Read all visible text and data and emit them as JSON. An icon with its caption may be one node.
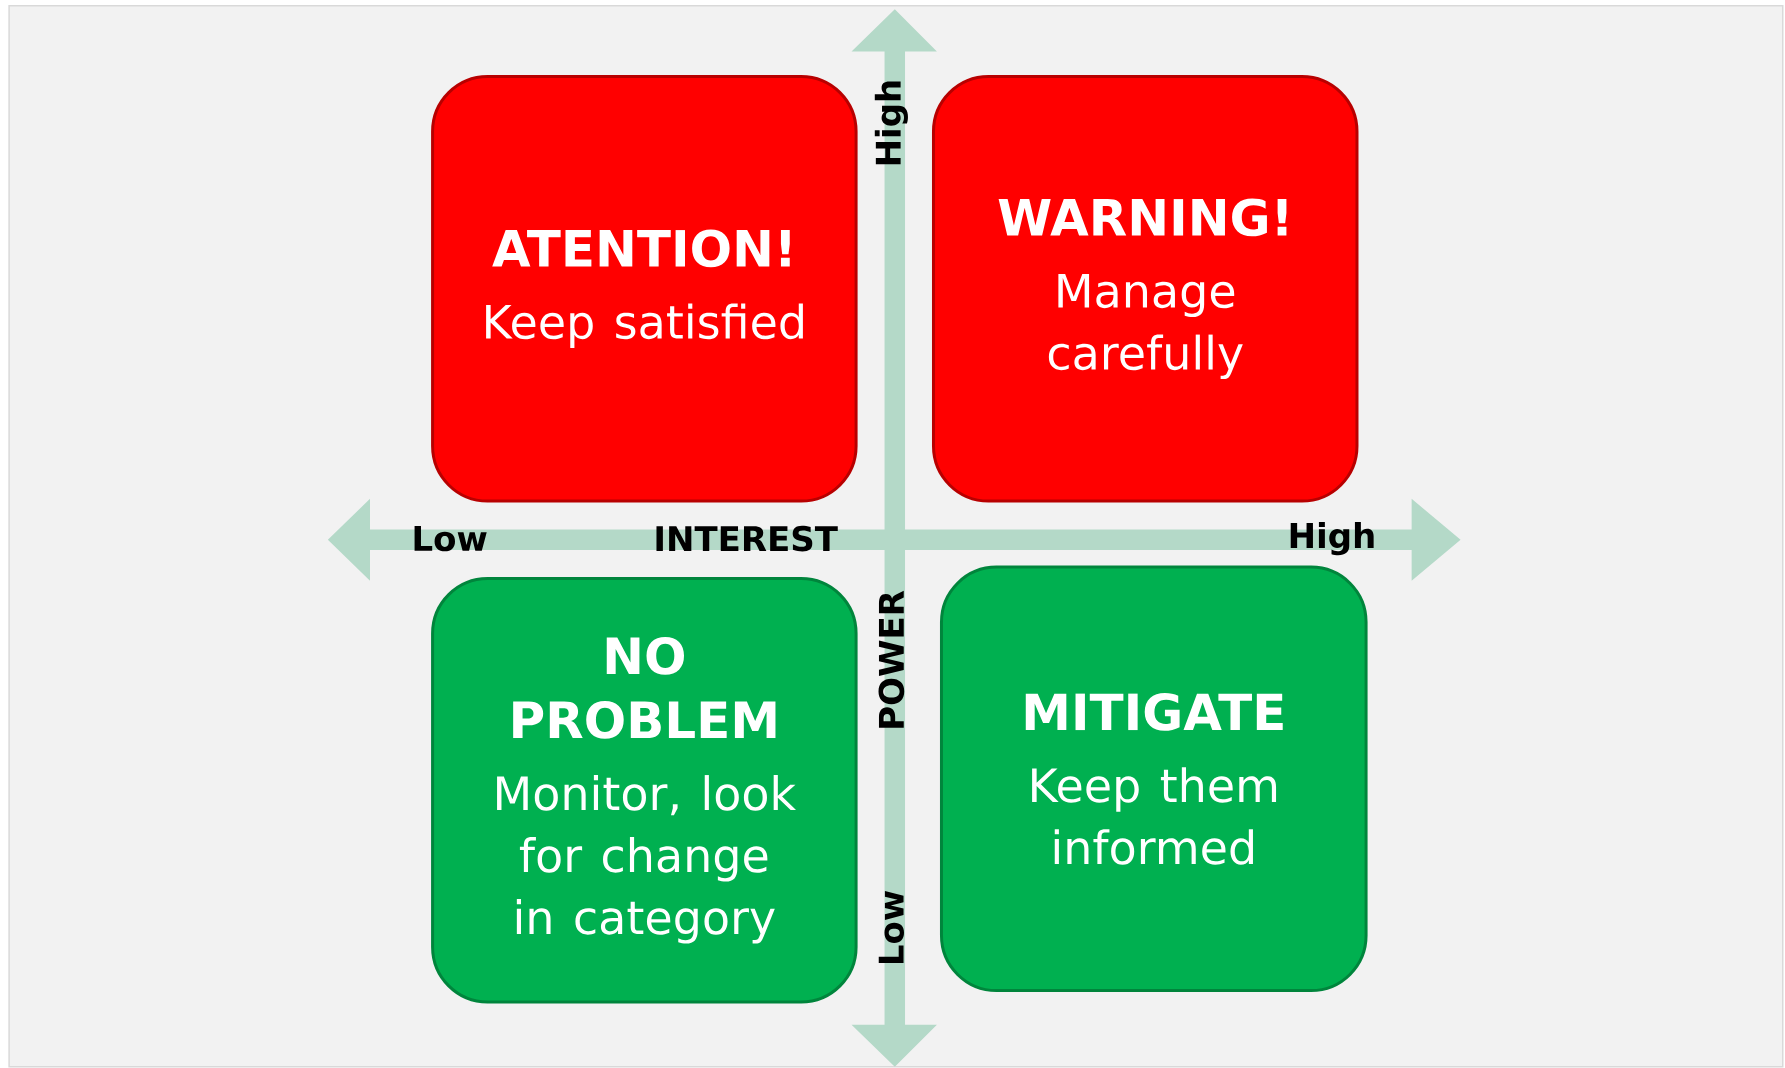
{
  "diagram": {
    "nodes": [
      {
        "text": [
          "ATENTION!",
          "Keep satisfied"
        ]
      },
      {
        "text": [
          "WARNING!",
          "Manage carefully"
        ]
      },
      {
        "text": [
          "NO PROBLEM",
          "Monitor, look for change in category"
        ]
      },
      {
        "text": [
          "MITIGATE",
          "Keep them informed"
        ]
      }
    ],
    "labels": [
      "High",
      "Low",
      "INTEREST",
      "High",
      "POWER",
      "Low"
    ]
  }
}
